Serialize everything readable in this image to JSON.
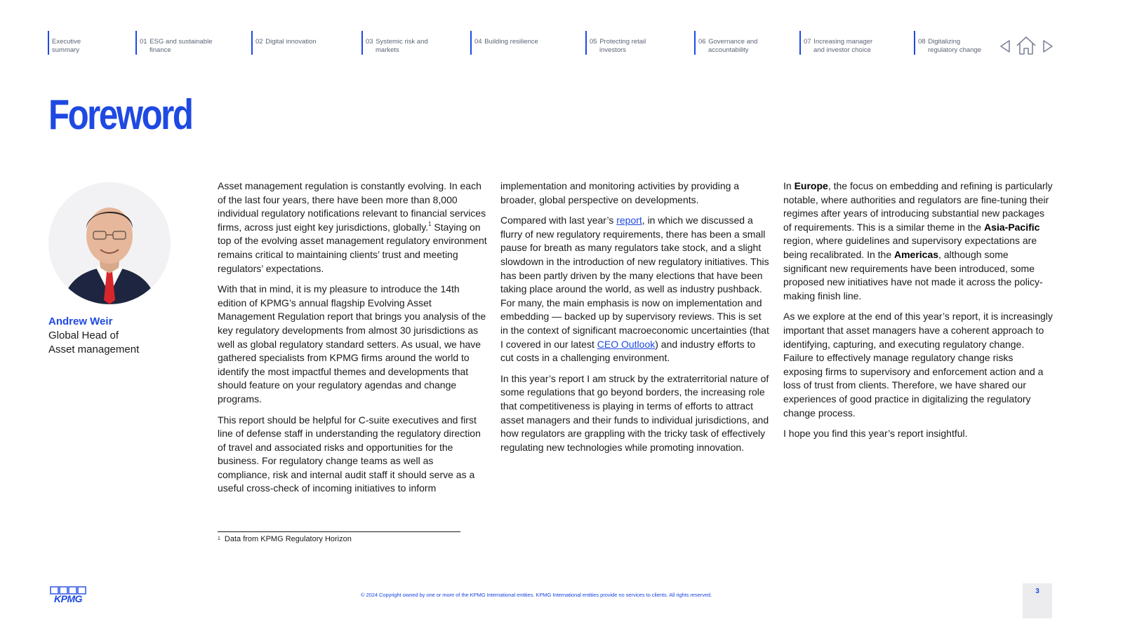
{
  "nav": {
    "items": [
      {
        "num": "",
        "line1": "Executive",
        "line2": "summary"
      },
      {
        "num": "01",
        "line1": "ESG and sustainable",
        "line2": "finance"
      },
      {
        "num": "02",
        "line1": "Digital innovation",
        "line2": ""
      },
      {
        "num": "03",
        "line1": "Systemic risk and",
        "line2": "markets"
      },
      {
        "num": "04",
        "line1": "Building resilience",
        "line2": ""
      },
      {
        "num": "05",
        "line1": "Protecting retail",
        "line2": "investors"
      },
      {
        "num": "06",
        "line1": "Governance and",
        "line2": "accountability"
      },
      {
        "num": "07",
        "line1": "Increasing manager",
        "line2": "and investor choice"
      },
      {
        "num": "08",
        "line1": "Digitalizing",
        "line2": "regulatory change"
      }
    ],
    "icons": [
      "previous-arrow-icon",
      "home-icon",
      "next-arrow-icon"
    ]
  },
  "title": "Foreword",
  "author": {
    "name": "Andrew Weir",
    "role_line1": "Global Head of",
    "role_line2": "Asset management"
  },
  "body": {
    "c1p1": "Asset management regulation is constantly evolving. In each of the last four years, there have been more than 8,000 individual regulatory notifications relevant to financial services firms, across just eight key jurisdictions, globally.",
    "c1p1_sup": "1",
    "c1p1_tail": " Staying on top of the evolving asset management regulatory environment remains critical to maintaining clients’ trust and meeting regulators’ expectations.",
    "c1p2": "With that in mind, it is my pleasure to introduce the 14th edition of KPMG’s annual flagship Evolving Asset Management Regulation report that brings you analysis of the key regulatory developments from almost 30 jurisdictions as well as global regulatory standard setters. As usual, we have gathered specialists from KPMG firms around the world to identify the most impactful themes and developments that should feature on your regulatory agendas and change programs.",
    "c1p3": "This report should be helpful for C-suite executives and first line of defense staff in understanding the regulatory direction of travel and associated risks and opportunities for the business. For regulatory change teams as well as compliance, risk and internal audit staff it should serve as a useful cross-check of incoming initiatives to inform",
    "c2p1": "implementation and monitoring activities by providing a broader, global perspective on developments.",
    "c2p2_a": "Compared with last year’s ",
    "c2p2_link1": "report",
    "c2p2_b": ", in which we discussed a flurry of new regulatory requirements, there has been a small pause for breath as many regulators take stock, and a slight slowdown in the introduction of new regulatory initiatives. This has been partly driven by the many elections that have been taking place around the world, as well as industry pushback. For many, the main emphasis is now on implementation and embedding — backed up by supervisory reviews. This is set in the context of significant macroeconomic uncertainties (that I covered in our latest ",
    "c2p2_link2": "CEO Outlook",
    "c2p2_c": ") and industry efforts to cut costs in a challenging environment.",
    "c2p3": "In this year’s report I am struck by the extraterritorial nature of some regulations that go beyond borders, the increasing role that competitiveness is playing in terms of efforts to attract asset managers and their funds to individual jurisdictions, and how regulators are grappling with the tricky task of effectively regulating new technologies while promoting innovation.",
    "c3p1_a": "In ",
    "c3p1_b1": "Europe",
    "c3p1_b": ", the focus on embedding and refining is particularly notable, where authorities and regulators are fine-tuning their regimes after years of introducing substantial new packages of requirements. This is a similar theme in the ",
    "c3p1_b2": "Asia-Pacific",
    "c3p1_c": " region, where guidelines and supervisory expectations are being recalibrated. In the ",
    "c3p1_b3": "Americas",
    "c3p1_d": ", although some significant new requirements have been introduced, some proposed new initiatives have not made it across the policy-making finish line.",
    "c3p2": "As we explore at the end of this year’s report, it is increasingly important that asset managers have a coherent approach to identifying, capturing, and executing regulatory change. Failure to effectively manage regulatory change risks exposing firms to supervisory and enforcement action and a loss of trust from clients. Therefore, we have shared our experiences of good practice in digitalizing the regulatory change process.",
    "c3p3": "I hope you find this year’s report insightful."
  },
  "footnote": {
    "mark": "1",
    "text": "Data from KPMG Regulatory Horizon"
  },
  "footer": {
    "logo_text": "KPMG",
    "copyright": "© 2024 Copyright owned by one or more of the KPMG International entities. KPMG International entities provide no services to clients. All rights reserved.",
    "page_number": "3"
  },
  "colors": {
    "accent": "#1e49e2",
    "text": "#1a1a1a",
    "page_tab": "#ececee"
  }
}
